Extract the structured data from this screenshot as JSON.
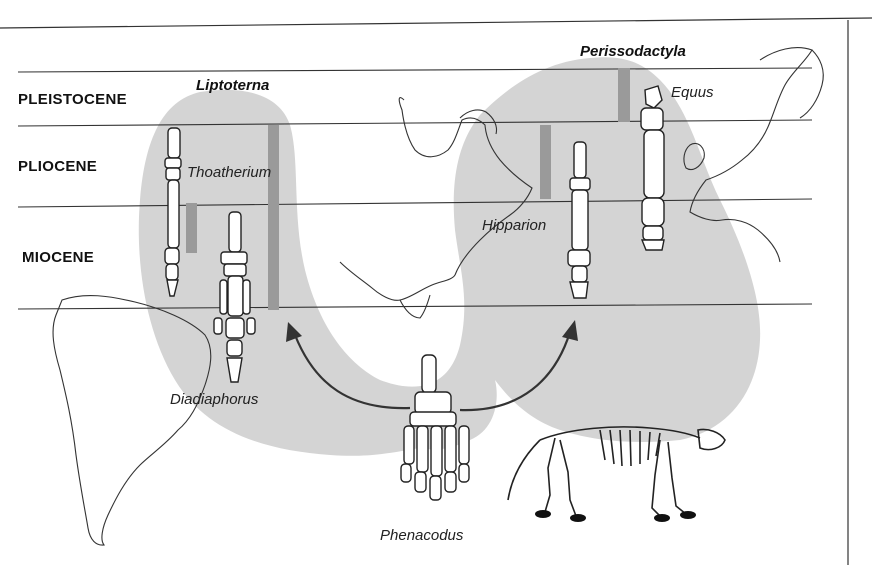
{
  "epochs": {
    "pleistocene": "PLEISTOCENE",
    "pliocene": "PLIOCENE",
    "miocene": "MIOCENE"
  },
  "groups": {
    "liptoterna": "Liptoterna",
    "perissodactyla": "Perissodactyla"
  },
  "genera": {
    "thoatherium": "Thoatherium",
    "diadiaphorus": "Diadiaphorus",
    "hipparion": "Hipparion",
    "equus": "Equus",
    "phenacodus": "Phenacodus"
  },
  "colors": {
    "region_shade": "#d4d4d4",
    "range_bar": "#9a9a9a",
    "line": "#222222",
    "bone_fill": "#ffffff",
    "bone_stroke": "#222222"
  }
}
